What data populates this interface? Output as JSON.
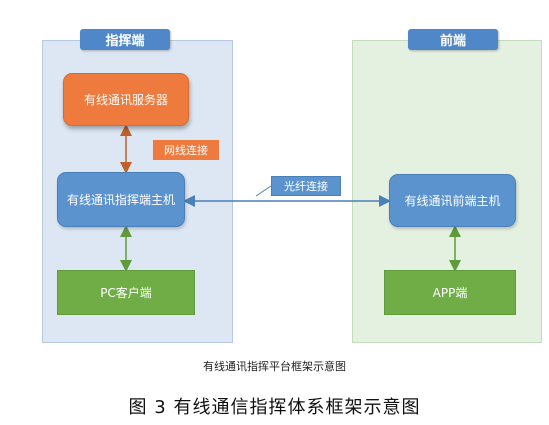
{
  "panels": {
    "left_title": "指挥端",
    "right_title": "前端"
  },
  "nodes": {
    "server": "有线通讯服务器",
    "command_host": "有线通讯指挥端主机",
    "pc_client": "PC客户端",
    "front_host": "有线通讯前端主机",
    "app_client": "APP端"
  },
  "links": {
    "network": "网线连接",
    "fiber": "光纤连接"
  },
  "captions": {
    "sub": "有线通讯指挥平台框架示意图",
    "figure": "图 3  有线通信指挥体系框架示意图"
  },
  "colors": {
    "blue": "#5b93cf",
    "green": "#70ad47",
    "orange": "#ee7a3d",
    "left_panel": "#dce7f3",
    "right_panel": "#e4f0e0"
  }
}
